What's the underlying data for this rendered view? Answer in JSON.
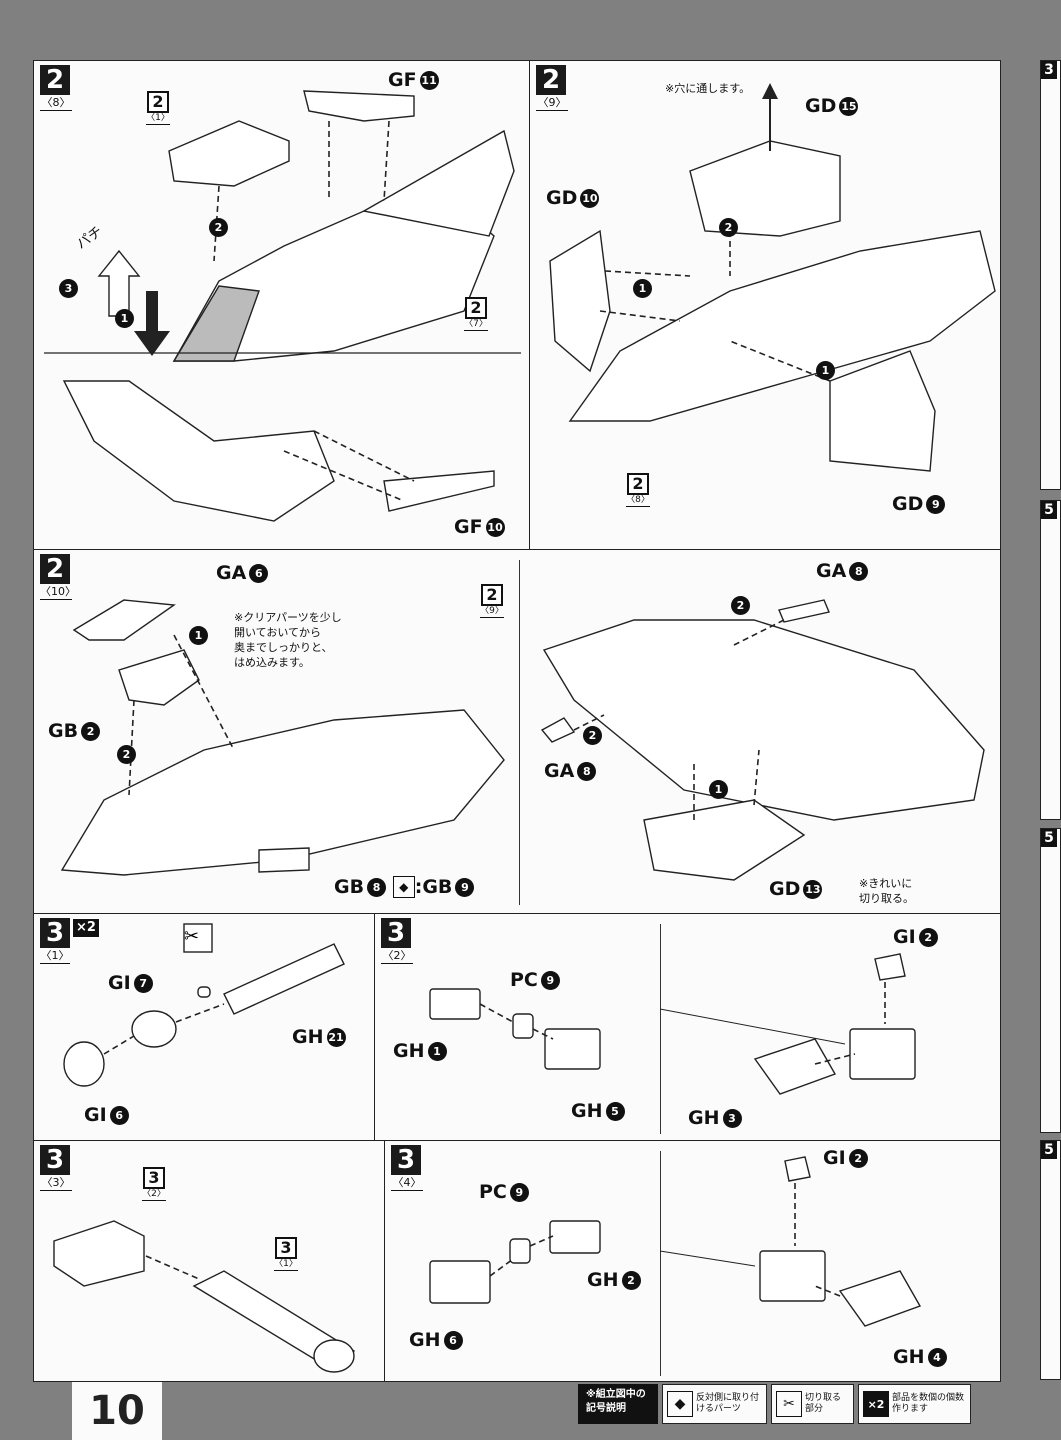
{
  "page_number": "10",
  "panels": {
    "p2_8": {
      "step": "2",
      "sub": "〈8〉",
      "refs": [
        {
          "n": "2",
          "s": "〈1〉"
        },
        {
          "n": "2",
          "s": "〈7〉"
        }
      ],
      "labels": [
        "GF",
        "GF"
      ],
      "circ": [
        "11",
        "10"
      ],
      "push_text": "パチ",
      "order": [
        "1",
        "2",
        "3"
      ]
    },
    "p2_9": {
      "step": "2",
      "sub": "〈9〉",
      "note": "※穴に通します。",
      "refs": [
        {
          "n": "2",
          "s": "〈8〉"
        }
      ],
      "labels": [
        "GD",
        "GD",
        "GD"
      ],
      "circ": [
        "15",
        "10",
        "9"
      ],
      "order": [
        "1",
        "1",
        "2"
      ]
    },
    "p2_10": {
      "step": "2",
      "sub": "〈10〉",
      "note": "※クリアパーツを少し\n開いておいてから\n奥までしっかりと、\nはめ込みます。",
      "refs": [
        {
          "n": "2",
          "s": "〈9〉"
        }
      ],
      "labels": [
        "GA",
        "GB",
        "GB",
        "GB",
        "GA",
        "GA",
        "GD"
      ],
      "circ": [
        "6",
        "2",
        "8",
        "9",
        "8",
        "8",
        "13"
      ],
      "colon": ":",
      "note2": "※きれいに\n切り取る。",
      "order": [
        "1",
        "2",
        "2",
        "2",
        "1"
      ]
    },
    "p3_1": {
      "step": "3",
      "sub": "〈1〉",
      "multiplier": "×2",
      "labels": [
        "GI",
        "GH",
        "GI"
      ],
      "circ": [
        "7",
        "21",
        "6"
      ]
    },
    "p3_2": {
      "step": "3",
      "sub": "〈2〉",
      "labels": [
        "PC",
        "GH",
        "GH",
        "GI",
        "GH"
      ],
      "circ": [
        "9",
        "1",
        "5",
        "2",
        "3"
      ]
    },
    "p3_3": {
      "step": "3",
      "sub": "〈3〉",
      "refs": [
        {
          "n": "3",
          "s": "〈2〉"
        },
        {
          "n": "3",
          "s": "〈1〉"
        }
      ]
    },
    "p3_4": {
      "step": "3",
      "sub": "〈4〉",
      "labels": [
        "PC",
        "GH",
        "GH",
        "GI",
        "GH"
      ],
      "circ": [
        "9",
        "2",
        "6",
        "2",
        "4"
      ]
    }
  },
  "legend": {
    "title": "※組立図中の記号説明",
    "items": [
      {
        "icon": "mirror-icon",
        "text": "反対側に取り付けるパーツ"
      },
      {
        "icon": "nipper-icon",
        "text": "切り取る部分"
      },
      {
        "icon": "x2-icon",
        "glyph": "×2",
        "text": "部品を数個の個数作ります"
      }
    ]
  },
  "edge_tabs": [
    "3",
    "5",
    "5",
    "5"
  ],
  "colors": {
    "panel": "#fbfbfb",
    "frame": "#808080",
    "ink": "#111111"
  }
}
